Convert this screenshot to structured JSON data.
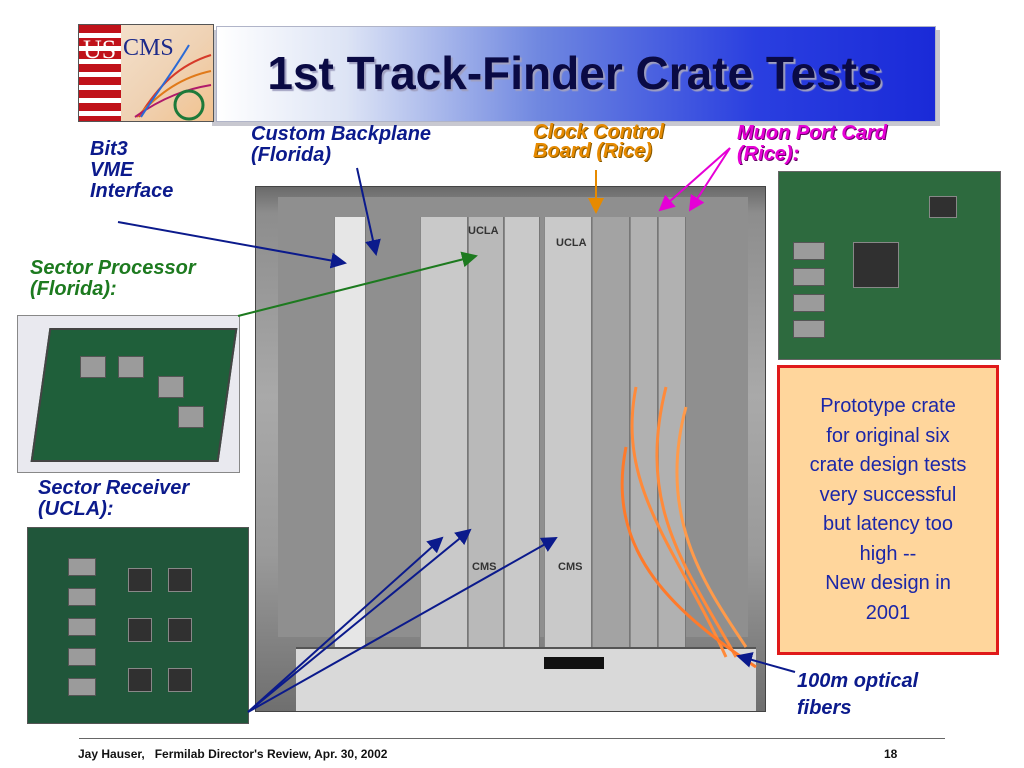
{
  "slide": {
    "title": "1st Track-Finder Crate Tests",
    "logo_text": {
      "left": "US",
      "right": "CMS"
    },
    "labels": {
      "bit3": "Bit3\nVME\nInterface",
      "custom_backplane": "Custom Backplane\n(Florida)",
      "clock_control": "Clock Control\nBoard  (Rice)",
      "muon_port_card": "Muon Port Card\n(Rice):",
      "sector_processor": "Sector Processor\n(Florida):",
      "sector_receiver": "Sector Receiver\n(UCLA):",
      "optical_fibers": "100m optical\nfibers"
    },
    "note": "Prototype crate\nfor original six\ncrate design tests\nvery successful\nbut latency too\nhigh --\nNew design in\n2001",
    "crate_markings": {
      "ucla_1": "UCLA",
      "ucla_2": "UCLA",
      "cms_1": "CMS",
      "cms_2": "CMS"
    }
  },
  "footer": {
    "left": "Jay Hauser,   Fermilab Director's Review, Apr. 30, 2002",
    "page_number": "18"
  },
  "colors": {
    "title_text": "#0a0a44",
    "label_navy": "#0b1a8c",
    "label_green": "#1d7a1f",
    "label_orange": "#e68a00",
    "label_magenta": "#e600d6",
    "note_fill": "#ffd69c",
    "note_border": "#e01a1a",
    "note_text": "#1b27a8"
  }
}
